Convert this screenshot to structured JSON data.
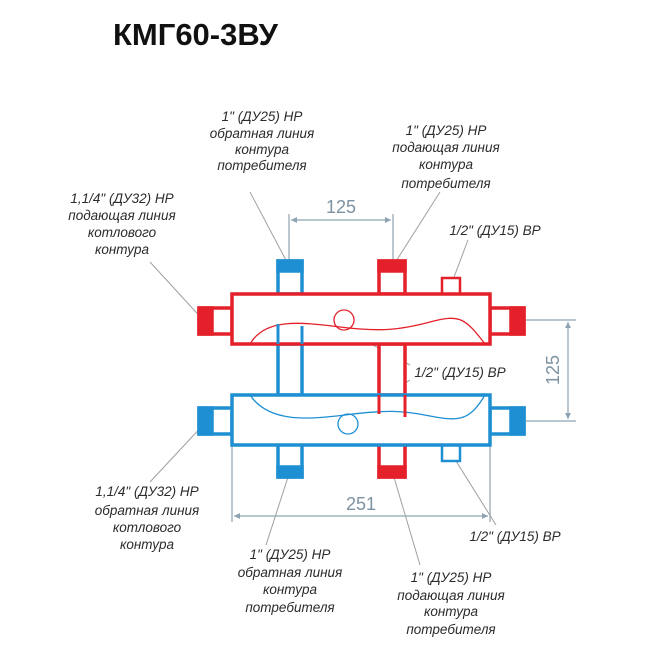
{
  "title": "КМГ60-3ВУ",
  "colors": {
    "supply": "#e4202a",
    "return": "#1e8fd2",
    "dimension": "#7d93a3",
    "text": "#2b2b2b"
  },
  "dimensions": {
    "top_spacing": "125",
    "header_spacing": "125",
    "length": "251"
  },
  "labels": {
    "top_return_consumer": [
      "1\" (ДУ25) НР",
      "обратная линия",
      "контура",
      "потребителя"
    ],
    "top_supply_consumer": [
      "1\" (ДУ25) НР",
      "подающая линия",
      "контура",
      "потребителя"
    ],
    "left_supply_boiler": [
      "1,1/4\" (ДУ32) НР",
      "подающая линия",
      "котлового",
      "контура"
    ],
    "top_small_port": "1/2\" (ДУ15) ВР",
    "middle_ports": "1/2\" (ДУ15) ВР",
    "left_return_boiler": [
      "1,1/4\" (ДУ32) НР",
      "обратная линия",
      "котлового",
      "контура"
    ],
    "bottom_small_port": "1/2\" (ДУ15) ВР",
    "bottom_return_consumer": [
      "1\" (ДУ25) НР",
      "обратная линия",
      "контура",
      "потребителя"
    ],
    "bottom_supply_consumer": [
      "1\" (ДУ25) НР",
      "подающая линия",
      "контура",
      "потребителя"
    ]
  }
}
